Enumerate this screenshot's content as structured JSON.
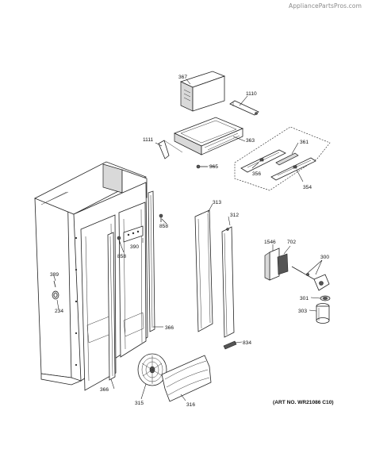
{
  "watermark": "AppliancePartsPros.com",
  "art_number": "(ART NO. WR21086 C10)",
  "callouts": {
    "c367": "367",
    "c1110": "1110",
    "c1111": "1111",
    "c363": "363",
    "c365": "365",
    "c361": "361",
    "c356": "356",
    "c354": "354",
    "c313": "313",
    "c312": "312",
    "c858a": "858",
    "c858b": "858",
    "c390": "390",
    "c389": "389",
    "c234": "234",
    "c366a": "366",
    "c366b": "366",
    "c315": "315",
    "c316": "316",
    "c834": "834",
    "c1546": "1546",
    "c702": "702",
    "c300": "300",
    "c301": "301",
    "c303": "303"
  }
}
